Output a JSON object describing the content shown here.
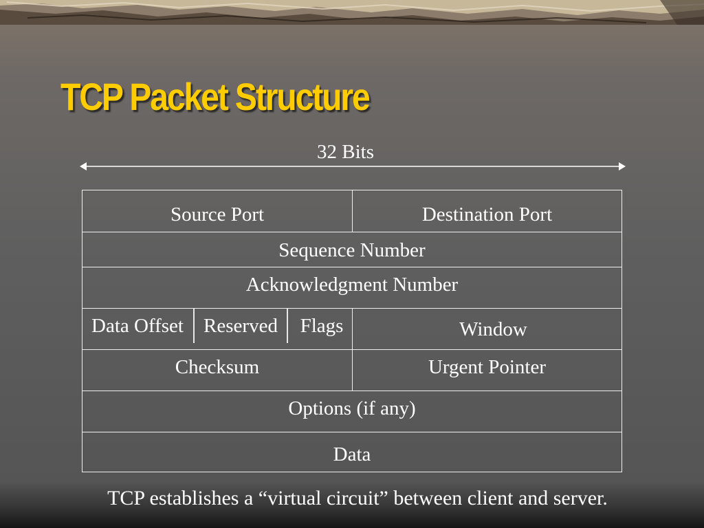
{
  "slide": {
    "title": "TCP Packet Structure",
    "width_label": "32 Bits",
    "caption": "TCP establishes a “virtual circuit” between client and server."
  },
  "packet": {
    "source_port": "Source Port",
    "destination_port": "Destination Port",
    "sequence_number": "Sequence Number",
    "ack_number": "Acknowledgment Number",
    "data_offset": "Data Offset",
    "reserved": "Reserved",
    "flags": "Flags",
    "window": "Window",
    "checksum": "Checksum",
    "urgent_pointer": "Urgent Pointer",
    "options": "Options (if any)",
    "data": "Data"
  },
  "colors": {
    "title": "#ffcc00",
    "text": "#ffffff",
    "lines": "#f0f0f0"
  }
}
